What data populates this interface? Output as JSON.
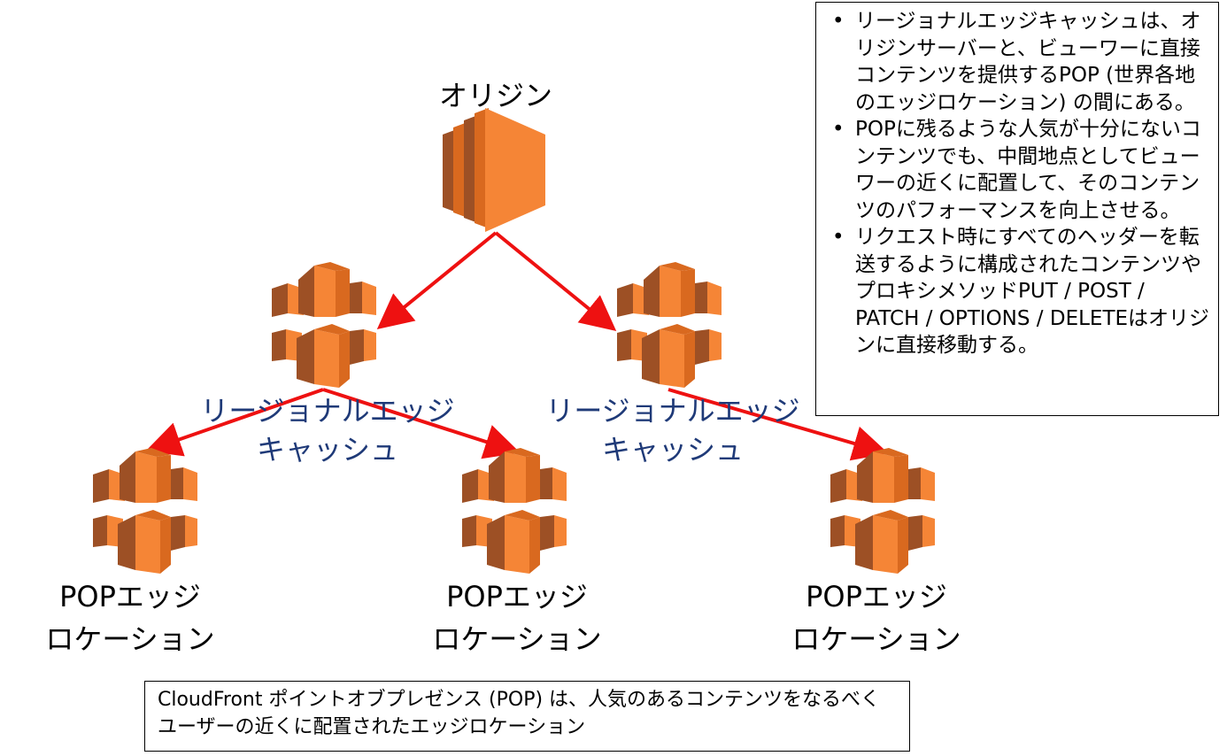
{
  "origin": {
    "label": "オリジン"
  },
  "regional_caches": [
    {
      "line1": "リージョナルエッジ",
      "line2": "キャッシュ"
    },
    {
      "line1": "リージョナルエッジ",
      "line2": "キャッシュ"
    }
  ],
  "pop_locations": [
    {
      "line1": "POPエッジ",
      "line2": "ロケーション"
    },
    {
      "line1": "POPエッジ",
      "line2": "ロケーション"
    },
    {
      "line1": "POPエッジ",
      "line2": "ロケーション"
    }
  ],
  "notes": [
    "リージョナルエッジキャッシュは、オリジンサーバーと、ビューワーに直接コンテンツを提供するPOP (世界各地のエッジロケーション) の間にある。",
    "POPに残るような人気が十分にないコンテンツでも、中間地点としてビューワーの近くに配置して、そのコンテンツのパフォーマンスを向上させる。",
    "リクエスト時にすべてのヘッダーを転送するように構成されたコンテンツやプロキシメソッドPUT / POST / PATCH / OPTIONS / DELETEはオリジンに直接移動する。"
  ],
  "caption": "CloudFront ポイントオブプレゼンス (POP) は、人気のあるコンテンツをなるべくユーザーの近くに配置されたエッジロケーション",
  "colors": {
    "arrow": "#ee1111",
    "icon_light": "#f58536",
    "icon_mid": "#d9691f",
    "icon_dark": "#9d5025",
    "regional_text": "#1f3a78"
  }
}
